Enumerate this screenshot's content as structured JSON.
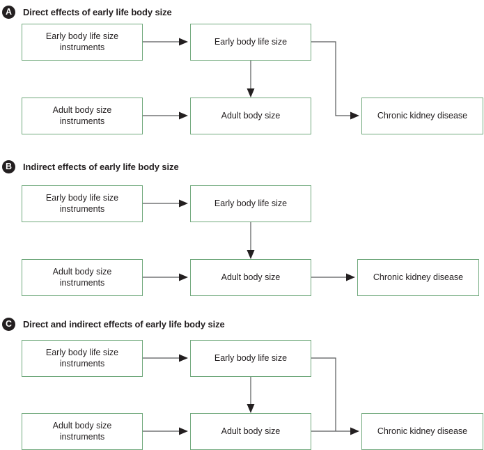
{
  "figure": {
    "title_implicit": "",
    "colors": {
      "node_border": "#6fa87b",
      "badge_background": "#231f20",
      "badge_text": "#ffffff",
      "edge": "#58595b",
      "text": "#231f20",
      "background": "#ffffff"
    },
    "node_labels": {
      "early_instruments": "Early body life size instruments",
      "adult_instruments": "Adult body size instruments",
      "early_body": "Early body life size",
      "adult_body": "Adult body size",
      "outcome": "Chronic kidney disease"
    }
  },
  "panels": [
    {
      "id": "a",
      "badge": "A",
      "title": "Direct effects of early life body size",
      "nodes": [
        {
          "id": "early-instruments",
          "line1": "Early body life size",
          "line2": "instruments"
        },
        {
          "id": "adult-instruments",
          "line1": "Adult body size",
          "line2": "instruments"
        },
        {
          "id": "early-body",
          "line1": "Early body life size",
          "line2": ""
        },
        {
          "id": "adult-body",
          "line1": "Adult body size",
          "line2": ""
        },
        {
          "id": "outcome",
          "line1": "Chronic kidney disease",
          "line2": ""
        }
      ],
      "edges": [
        {
          "from": "early-instruments",
          "to": "early-body",
          "kind": "straight-right"
        },
        {
          "from": "adult-instruments",
          "to": "adult-body",
          "kind": "straight-right"
        },
        {
          "from": "early-body",
          "to": "adult-body",
          "kind": "straight-down"
        },
        {
          "from": "early-body",
          "to": "outcome",
          "kind": "elbow-right-down-right"
        }
      ]
    },
    {
      "id": "b",
      "badge": "B",
      "title": "Indirect effects of early life body size",
      "nodes": [
        {
          "id": "early-instruments",
          "line1": "Early body life size",
          "line2": "instruments"
        },
        {
          "id": "adult-instruments",
          "line1": "Adult body size",
          "line2": "instruments"
        },
        {
          "id": "early-body",
          "line1": "Early body life size",
          "line2": ""
        },
        {
          "id": "adult-body",
          "line1": "Adult body size",
          "line2": ""
        },
        {
          "id": "outcome",
          "line1": "Chronic kidney disease",
          "line2": ""
        }
      ],
      "edges": [
        {
          "from": "early-instruments",
          "to": "early-body",
          "kind": "straight-right"
        },
        {
          "from": "adult-instruments",
          "to": "adult-body",
          "kind": "straight-right"
        },
        {
          "from": "early-body",
          "to": "adult-body",
          "kind": "straight-down"
        },
        {
          "from": "adult-body",
          "to": "outcome",
          "kind": "straight-right"
        }
      ]
    },
    {
      "id": "c",
      "badge": "C",
      "title": "Direct and indirect effects of early life body size",
      "nodes": [
        {
          "id": "early-instruments",
          "line1": "Early body life size",
          "line2": "instruments"
        },
        {
          "id": "adult-instruments",
          "line1": "Adult body size",
          "line2": "instruments"
        },
        {
          "id": "early-body",
          "line1": "Early body life size",
          "line2": ""
        },
        {
          "id": "adult-body",
          "line1": "Adult body size",
          "line2": ""
        },
        {
          "id": "outcome",
          "line1": "Chronic kidney disease",
          "line2": ""
        }
      ],
      "edges": [
        {
          "from": "early-instruments",
          "to": "early-body",
          "kind": "straight-right"
        },
        {
          "from": "adult-instruments",
          "to": "adult-body",
          "kind": "straight-right"
        },
        {
          "from": "early-body",
          "to": "adult-body",
          "kind": "straight-down"
        },
        {
          "from": "early-body",
          "to": "outcome",
          "kind": "elbow-right-down-right"
        },
        {
          "from": "adult-body",
          "to": "outcome",
          "kind": "straight-right"
        }
      ]
    }
  ]
}
